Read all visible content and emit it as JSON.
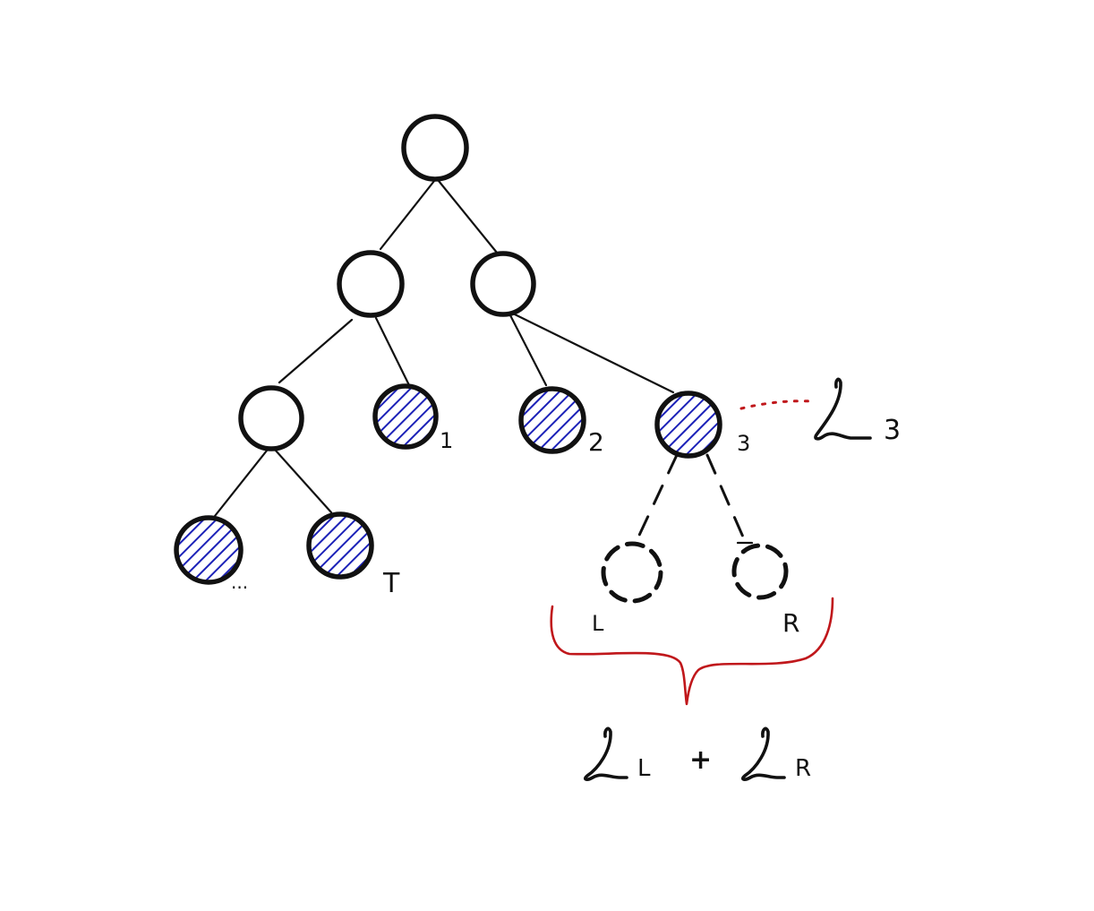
{
  "diagram": {
    "leaf_labels": {
      "leaf_1": "1",
      "leaf_2": "2",
      "leaf_3": "3",
      "leaf_dots": "...",
      "leaf_T": "T"
    },
    "child_labels": {
      "left": "L",
      "right": "R"
    },
    "loss_leaf3_subscript": "3",
    "loss_sum": {
      "left_subscript": "L",
      "plus": "+",
      "right_subscript": "R"
    },
    "colors": {
      "hatch": "#1c22b8",
      "outline": "#111111",
      "brace": "#c0171b"
    }
  }
}
